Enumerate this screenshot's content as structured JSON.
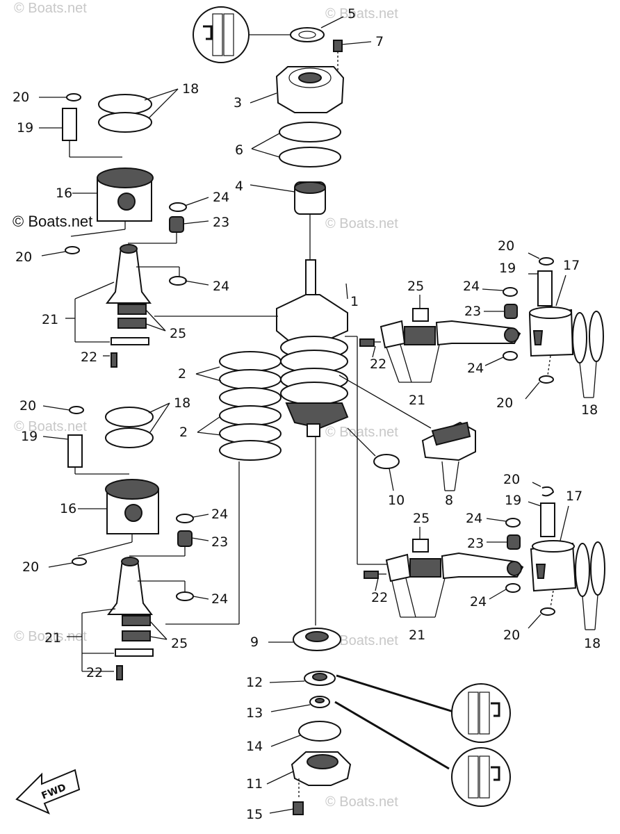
{
  "watermarks": [
    "© Boats.net",
    "© Boats.net",
    "© Boats.net",
    "© Boats.net",
    "© Boats.net",
    "© Boats.net",
    "© Boats.net",
    "© Boats.net"
  ],
  "watermark_main": "© Boats.net",
  "fwd_label": "FWD",
  "callouts": [
    {
      "id": "c1",
      "text": "1"
    },
    {
      "id": "c2a",
      "text": "2"
    },
    {
      "id": "c2b",
      "text": "2"
    },
    {
      "id": "c3",
      "text": "3"
    },
    {
      "id": "c4",
      "text": "4"
    },
    {
      "id": "c5",
      "text": "5"
    },
    {
      "id": "c6",
      "text": "6"
    },
    {
      "id": "c7",
      "text": "7"
    },
    {
      "id": "c8",
      "text": "8"
    },
    {
      "id": "c9",
      "text": "9"
    },
    {
      "id": "c10",
      "text": "10"
    },
    {
      "id": "c11",
      "text": "11"
    },
    {
      "id": "c12",
      "text": "12"
    },
    {
      "id": "c13",
      "text": "13"
    },
    {
      "id": "c14",
      "text": "14"
    },
    {
      "id": "c15",
      "text": "15"
    },
    {
      "id": "c16a",
      "text": "16"
    },
    {
      "id": "c16b",
      "text": "16"
    },
    {
      "id": "c17a",
      "text": "17"
    },
    {
      "id": "c17b",
      "text": "17"
    },
    {
      "id": "c18a",
      "text": "18"
    },
    {
      "id": "c18b",
      "text": "18"
    },
    {
      "id": "c18c",
      "text": "18"
    },
    {
      "id": "c18d",
      "text": "18"
    },
    {
      "id": "c19a",
      "text": "19"
    },
    {
      "id": "c19b",
      "text": "19"
    },
    {
      "id": "c19c",
      "text": "19"
    },
    {
      "id": "c19d",
      "text": "19"
    },
    {
      "id": "c20a",
      "text": "20"
    },
    {
      "id": "c20b",
      "text": "20"
    },
    {
      "id": "c20c",
      "text": "20"
    },
    {
      "id": "c20d",
      "text": "20"
    },
    {
      "id": "c20e",
      "text": "20"
    },
    {
      "id": "c20f",
      "text": "20"
    },
    {
      "id": "c20g",
      "text": "20"
    },
    {
      "id": "c20h",
      "text": "20"
    },
    {
      "id": "c21a",
      "text": "21"
    },
    {
      "id": "c21b",
      "text": "21"
    },
    {
      "id": "c21c",
      "text": "21"
    },
    {
      "id": "c21d",
      "text": "21"
    },
    {
      "id": "c22a",
      "text": "22"
    },
    {
      "id": "c22b",
      "text": "22"
    },
    {
      "id": "c22c",
      "text": "22"
    },
    {
      "id": "c22d",
      "text": "22"
    },
    {
      "id": "c23a",
      "text": "23"
    },
    {
      "id": "c23b",
      "text": "23"
    },
    {
      "id": "c23c",
      "text": "23"
    },
    {
      "id": "c23d",
      "text": "23"
    },
    {
      "id": "c24a",
      "text": "24"
    },
    {
      "id": "c24b",
      "text": "24"
    },
    {
      "id": "c24c",
      "text": "24"
    },
    {
      "id": "c24d",
      "text": "24"
    },
    {
      "id": "c24e",
      "text": "24"
    },
    {
      "id": "c24f",
      "text": "24"
    },
    {
      "id": "c24g",
      "text": "24"
    },
    {
      "id": "c24h",
      "text": "24"
    },
    {
      "id": "c25a",
      "text": "25"
    },
    {
      "id": "c25b",
      "text": "25"
    },
    {
      "id": "c25c",
      "text": "25"
    },
    {
      "id": "c25d",
      "text": "25"
    }
  ]
}
